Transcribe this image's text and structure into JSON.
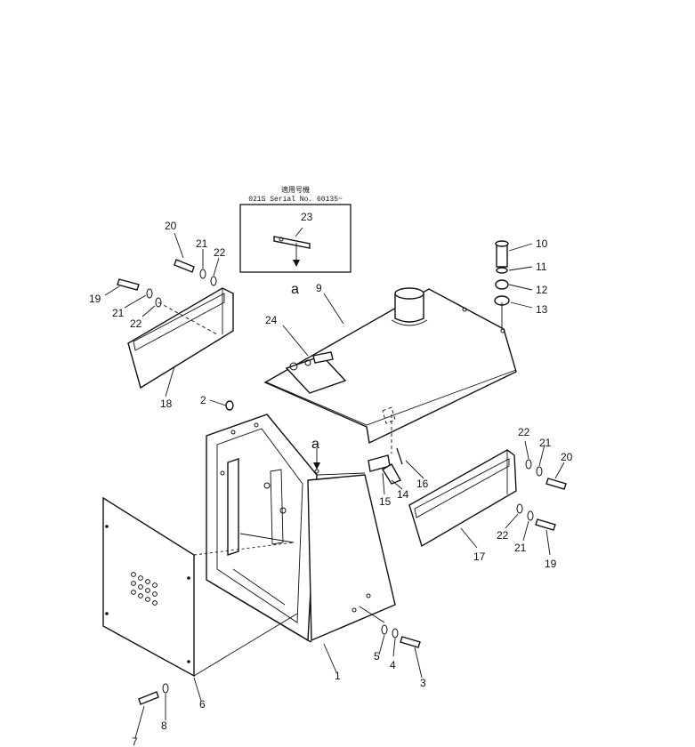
{
  "serial_note": {
    "line1": "適用号機",
    "line2": "021S  Serial No. 60135~"
  },
  "view_ref": "a",
  "callouts": {
    "c1": "1",
    "c2": "2",
    "c3": "3",
    "c4": "4",
    "c5": "5",
    "c6": "6",
    "c7": "7",
    "c8": "8",
    "c9": "9",
    "c10": "10",
    "c11": "11",
    "c12": "12",
    "c13": "13",
    "c14": "14",
    "c15": "15",
    "c16": "16",
    "c17": "17",
    "c18": "18",
    "c19a": "19",
    "c19b": "19",
    "c20a": "20",
    "c20b": "20",
    "c21a": "21",
    "c21b": "21",
    "c21c": "21",
    "c21d": "21",
    "c22a": "22",
    "c22b": "22",
    "c22c": "22",
    "c22d": "22",
    "c23": "23",
    "c24": "24"
  }
}
